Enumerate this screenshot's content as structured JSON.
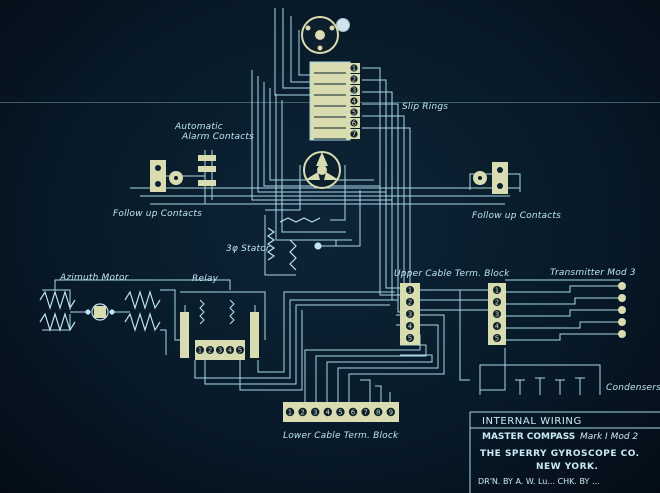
{
  "labels": {
    "slip_rings": "Slip Rings",
    "automatic_alarm_line1": "Automatic",
    "automatic_alarm_line2": "Alarm Contacts",
    "follow_up_left": "Follow up Contacts",
    "follow_up_right": "Follow up Contacts",
    "stator": "3φ Stator",
    "azimuth_motor": "Azimuth Motor",
    "relay": "Relay",
    "upper_block": "Upper Cable Term. Block",
    "transmitter": "Transmitter Mod 3",
    "condensers": "Condensers",
    "lower_block": "Lower Cable Term. Block"
  },
  "slip_ring_numbers": [
    "1",
    "2",
    "3",
    "4",
    "5",
    "6",
    "7"
  ],
  "upper_block_numbers": [
    "1",
    "2",
    "3",
    "4",
    "5"
  ],
  "transmitter_block_numbers": [
    "1",
    "2",
    "3",
    "4",
    "5"
  ],
  "relay_terminals": [
    "1",
    "2",
    "3",
    "4",
    "5"
  ],
  "lower_block_numbers": [
    "1",
    "2",
    "3",
    "4",
    "5",
    "6",
    "7",
    "8",
    "9"
  ],
  "title_block": {
    "line1": "INTERNAL WIRING",
    "line2_left": "MASTER COMPASS",
    "line2_right": "Mark I Mod 2",
    "line3": "THE SPERRY GYROSCOPE CO.",
    "line4": "NEW YORK.",
    "line5": "DR'N. BY  A. W. Lu...    CHK. BY ..."
  },
  "colors": {
    "background": "#081a29",
    "ink": "#bfe6f0",
    "component_fill": "#d8dcae"
  }
}
